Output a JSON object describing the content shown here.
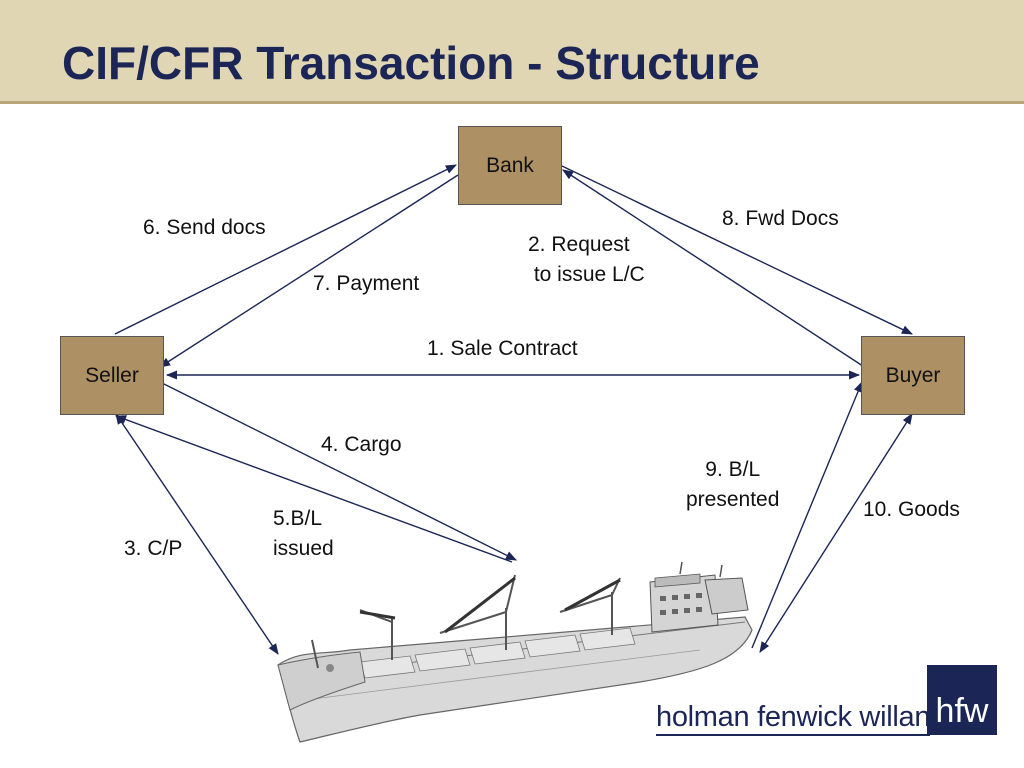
{
  "slide": {
    "title": "CIF/CFR Transaction - Structure"
  },
  "nodes": {
    "bank": "Bank",
    "seller": "Seller",
    "buyer": "Buyer"
  },
  "steps": {
    "s1": "1. Sale Contract",
    "s2": "2. Request\n to issue L/C",
    "s3": "3. C/P",
    "s4": "4. Cargo",
    "s5": "5.B/L\nissued",
    "s6": "6. Send docs",
    "s7": "7. Payment",
    "s8": "8. Fwd Docs",
    "s9": "9. B/L\npresented",
    "s10": "10. Goods"
  },
  "logo": {
    "text": "holman fenwick willan",
    "mark": "hfw"
  },
  "colors": {
    "header_bg": "#e0d6b4",
    "title": "#1b2656",
    "node_fill": "#ad9063",
    "arrow": "#1b2656"
  },
  "icons": {
    "ship": "cargo-ship-illustration"
  }
}
